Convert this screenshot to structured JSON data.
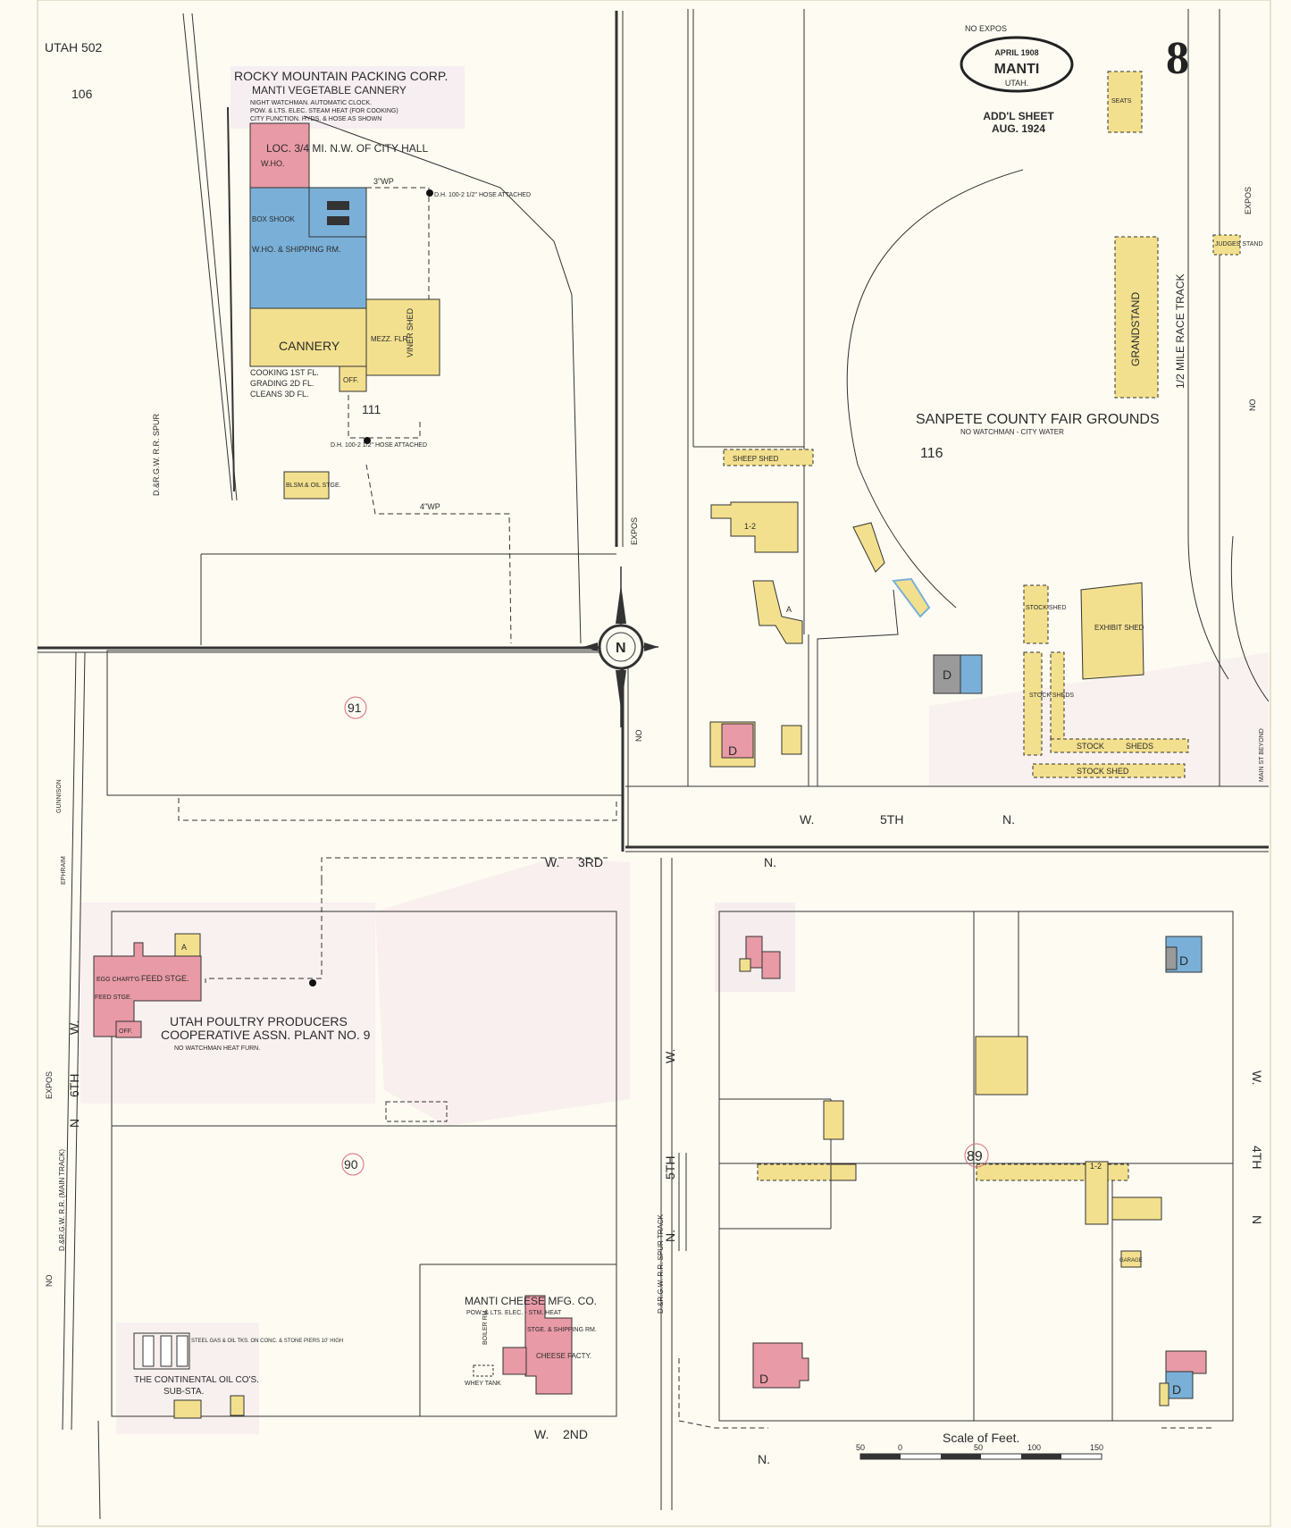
{
  "sheet": {
    "archive_stamp": "UTAH 502",
    "page_ref": "106",
    "number": "8",
    "cartouche": {
      "date": "APRIL 1908",
      "city": "MANTI",
      "state": "UTAH."
    },
    "addl_sheet": "ADD'L SHEET",
    "addl_date": "AUG. 1924"
  },
  "streets": {
    "w5th_w": "W.",
    "w5th_name": "5TH",
    "w5th_n": "N.",
    "w3rd_w": "W.",
    "w3rd_name": "3RD",
    "w3rd_n": "N.",
    "w2nd_w": "W.",
    "w2nd_name": "2ND",
    "w2nd_n": "N.",
    "w6th_w": "W.",
    "w6th_name": "6TH",
    "w6th_n": "N",
    "w4th_w": "W.",
    "w4th_name": "4TH",
    "w4th_n": "N",
    "main_st": "MAIN ST BEYOND"
  },
  "blocks": {
    "b111": "111",
    "b116": "116",
    "b91": "91",
    "b90": "90",
    "b89": "89"
  },
  "labels": {
    "no_expos_top": "NO EXPOS",
    "expos_right": "EXPOS",
    "no_right": "NO",
    "expos_center": "EXPOS",
    "no_center": "NO",
    "expos_left": "EXPOS",
    "no_left": "NO",
    "spur_top": "D.&R.G.W. R.R. SPUR",
    "main_track": "D.&R.G.W. R.R. (MAIN TRACK)",
    "spur_mid": "D.&R.G.W. R.R. SPUR TRACK",
    "ephraim": "EPHRAIM",
    "gunnison": "GUNNISON"
  },
  "cannery": {
    "title1": "ROCKY MOUNTAIN PACKING CORP.",
    "title2": "MANTI VEGETABLE CANNERY",
    "note1": "NIGHT WATCHMAN. AUTOMATIC CLOCK.",
    "note2": "POW. & LTS. ELEC. STEAM HEAT (FOR COOKING)",
    "note3": "CITY FUNCTION. HYDS. & HOSE AS SHOWN",
    "location": "LOC. 3/4 MI. N.W. OF CITY HALL",
    "warehouse": "W.HO.",
    "box_shook": "BOX SHOOK",
    "whse_shipping": "W.HO. & SHIPPING RM.",
    "cannery": "CANNERY",
    "viner_shed": "VINER SHED",
    "mezz": "MEZZ. FLR.",
    "off": "OFF.",
    "cooking": "COOKING 1ST FL.",
    "grading": "GRADING 2D FL.",
    "cleans": "CLEANS 3D FL.",
    "oil_stge": "BLSM.& OIL STGE.",
    "hyd_top": "D.H. 100-2 1/2\" HOSE ATTACHED",
    "hyd_bottom": "D.H. 100-2 1/2\" HOSE ATTACHED",
    "wp3": "3\"WP",
    "wp4": "4\"WP"
  },
  "fairgrounds": {
    "name": "SANPETE COUNTY FAIR GROUNDS",
    "note": "NO WATCHMAN - CITY WATER",
    "grandstand": "GRANDSTAND",
    "race_track": "1/2 MILE RACE TRACK",
    "judges": "JUDGES STAND",
    "seats": "SEATS",
    "sheep_shed": "SHEEP SHED",
    "stock_shed": "STOCK SHED",
    "stock_sheds": "STOCK SHEDS",
    "exhibit_shed": "EXHIBIT SHED",
    "stock_stock": "STOCK",
    "stock_sheds2": "SHEDS",
    "stock_shed_bottom": "STOCK SHED"
  },
  "poultry": {
    "title1": "UTAH POULTRY PRODUCERS",
    "title2": "COOPERATIVE ASSN. PLANT NO. 9",
    "note": "NO WATCHMAN HEAT FURN.",
    "feed_stge": "FEED STGE.",
    "egg_chart": "EGG CHART'G",
    "feed_stge2": "FEED STGE.",
    "off": "OFF."
  },
  "cheese": {
    "title": "MANTI CHEESE MFG. CO.",
    "note": "POW. & LTS. ELEC. - STM. HEAT",
    "stge": "STGE. & SHIPPING RM.",
    "factory": "CHEESE FACTY.",
    "boiler": "BOILER RM.",
    "whey": "WHEY TANK"
  },
  "oil": {
    "title1": "THE CONTINENTAL OIL CO'S.",
    "title2": "SUB-STA.",
    "tanks": "STEEL GAS & OIL TKS. ON CONC. & STONE PIERS 10' HIGH"
  },
  "scale": {
    "title": "Scale of Feet.",
    "ticks": [
      "50",
      "0",
      "50",
      "100",
      "150"
    ]
  },
  "compass": {
    "n": "N"
  },
  "misc": {
    "dwelling": "D",
    "auto": "A",
    "one_two": "1-2",
    "gar": "GARAGE"
  },
  "colors": {
    "paper": "#fdfbf2",
    "brick": "#e89aa6",
    "frame": "#f3e08e",
    "concrete": "#7ab0d8",
    "iron": "#9a9a9a",
    "line": "#333333"
  }
}
